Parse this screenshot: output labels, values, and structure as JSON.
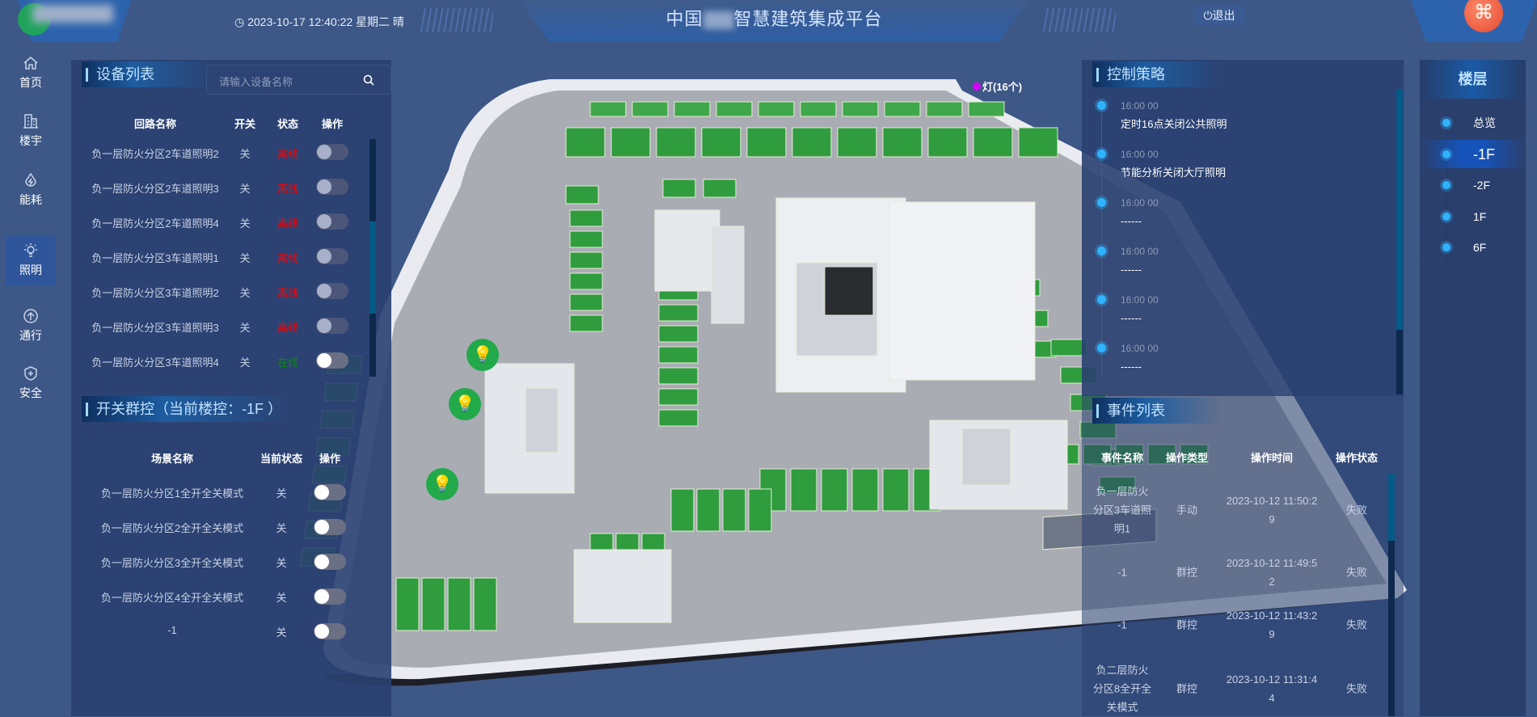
{
  "header": {
    "datetime": "2023-10-17 12:40:22 星期二 晴",
    "title_prefix": "中国",
    "title_suffix": "智慧建筑集成平台",
    "logout_label": "退出",
    "avatar_glyph": "⌘"
  },
  "nav": [
    {
      "label": "首页",
      "icon": "home-icon"
    },
    {
      "label": "楼宇",
      "icon": "building-icon"
    },
    {
      "label": "能耗",
      "icon": "energy-icon"
    },
    {
      "label": "照明",
      "icon": "bulb-icon",
      "active": true
    },
    {
      "label": "通行",
      "icon": "arrow-up-circle-icon"
    },
    {
      "label": "安全",
      "icon": "shield-icon"
    }
  ],
  "devices": {
    "title": "设备列表",
    "search_placeholder": "请输入设备名称",
    "columns": [
      "回路名称",
      "开关",
      "状态",
      "操作"
    ],
    "rows": [
      {
        "name": "负一层防火分区2车道照明2",
        "switch": "关",
        "status": "离线"
      },
      {
        "name": "负一层防火分区2车道照明3",
        "switch": "关",
        "status": "离线"
      },
      {
        "name": "负一层防火分区2车道照明4",
        "switch": "关",
        "status": "离线"
      },
      {
        "name": "负一层防火分区3车道照明1",
        "switch": "关",
        "status": "离线"
      },
      {
        "name": "负一层防火分区3车道照明2",
        "switch": "关",
        "status": "离线"
      },
      {
        "name": "负一层防火分区3车道照明3",
        "switch": "关",
        "status": "离线"
      },
      {
        "name": "负一层防火分区3车道照明4",
        "switch": "关",
        "status": "在线"
      }
    ]
  },
  "scenes": {
    "title": "开关群控（当前楼控：-1F ）",
    "columns": [
      "场景名称",
      "当前状态",
      "操作"
    ],
    "rows": [
      {
        "name": "负一层防火分区1全开全关模式",
        "state": "关"
      },
      {
        "name": "负一层防火分区2全开全关模式",
        "state": "关"
      },
      {
        "name": "负一层防火分区3全开全关模式",
        "state": "关"
      },
      {
        "name": "负一层防火分区4全开全关模式",
        "state": "关"
      },
      {
        "name": "-1",
        "state": "关"
      }
    ]
  },
  "strategy": {
    "title": "控制策略",
    "items": [
      {
        "time": "16:00 00",
        "text": "定时16点关闭公共照明"
      },
      {
        "time": "16:00 00",
        "text": "节能分析关闭大厅照明"
      },
      {
        "time": "16:00 00",
        "text": "------"
      },
      {
        "time": "16:00 00",
        "text": "------"
      },
      {
        "time": "16:00 00",
        "text": "------"
      },
      {
        "time": "16:00 00",
        "text": "------"
      }
    ]
  },
  "events": {
    "title": "事件列表",
    "columns": [
      "事件名称",
      "操作类型",
      "操作时间",
      "操作状态"
    ],
    "rows": [
      {
        "name": "负一层防火\n分区3车道照\n明1",
        "type": "手动",
        "time": "2023-10-12 11:50:2\n9",
        "status": "失败"
      },
      {
        "name": "-1",
        "type": "群控",
        "time": "2023-10-12 11:49:5\n2",
        "status": "失败"
      },
      {
        "name": "-1",
        "type": "群控",
        "time": "2023-10-12 11:43:2\n9",
        "status": "失败"
      },
      {
        "name": "负二层防火\n分区8全开全\n关模式",
        "type": "群控",
        "time": "2023-10-12 11:31:4\n4",
        "status": "失败"
      }
    ]
  },
  "floors": {
    "title": "楼层",
    "items": [
      "总览",
      "-1F",
      "-2F",
      "1F",
      "6F"
    ],
    "active": "-1F"
  },
  "map": {
    "legend_label": "灯(16个)",
    "legend_color": "#d600ff",
    "lamp_count": 3
  }
}
